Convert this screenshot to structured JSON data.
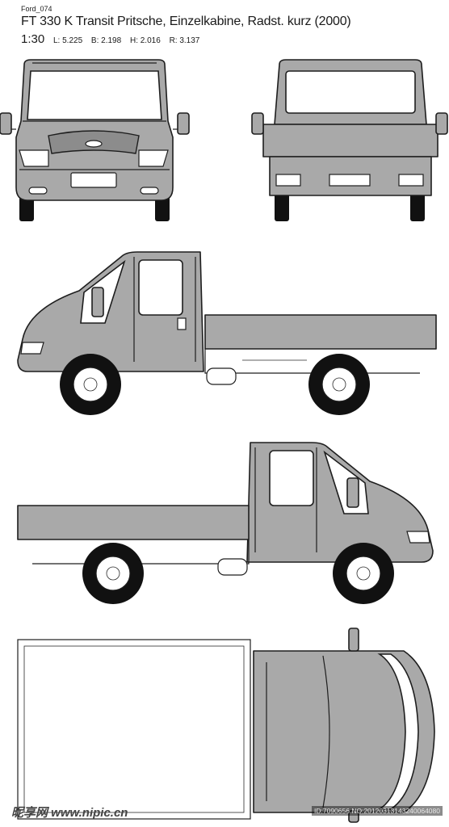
{
  "header": {
    "code": "Ford_074",
    "title": "FT 330 K Transit Pritsche, Einzelkabine, Radst. kurz (2000)",
    "scale": "1:30",
    "dims": [
      {
        "label": "L:",
        "value": "5.225"
      },
      {
        "label": "B:",
        "value": "2.198"
      },
      {
        "label": "H:",
        "value": "2.016"
      },
      {
        "label": "R:",
        "value": "3.137"
      }
    ]
  },
  "watermark": {
    "site": "昵享网 www.nipic.cn",
    "id": "ID:7090656 NO:20120313143240064080"
  },
  "colors": {
    "body": "#a9a9a9",
    "line": "#1e1e1e",
    "glass": "#ffffff"
  }
}
